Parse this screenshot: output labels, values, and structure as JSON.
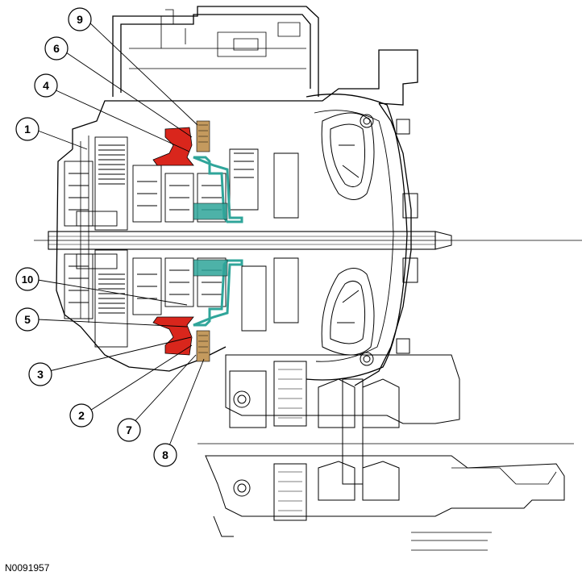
{
  "figure": {
    "id": "N0091957",
    "callouts": [
      {
        "number": "1"
      },
      {
        "number": "2"
      },
      {
        "number": "3"
      },
      {
        "number": "4"
      },
      {
        "number": "5"
      },
      {
        "number": "6"
      },
      {
        "number": "7"
      },
      {
        "number": "8"
      },
      {
        "number": "9"
      },
      {
        "number": "10"
      }
    ],
    "colors": {
      "line": "#000000",
      "highlight_red": "#d9261c",
      "highlight_tan": "#c49a5e",
      "highlight_teal": "#2fa59a",
      "background": "#ffffff"
    }
  }
}
